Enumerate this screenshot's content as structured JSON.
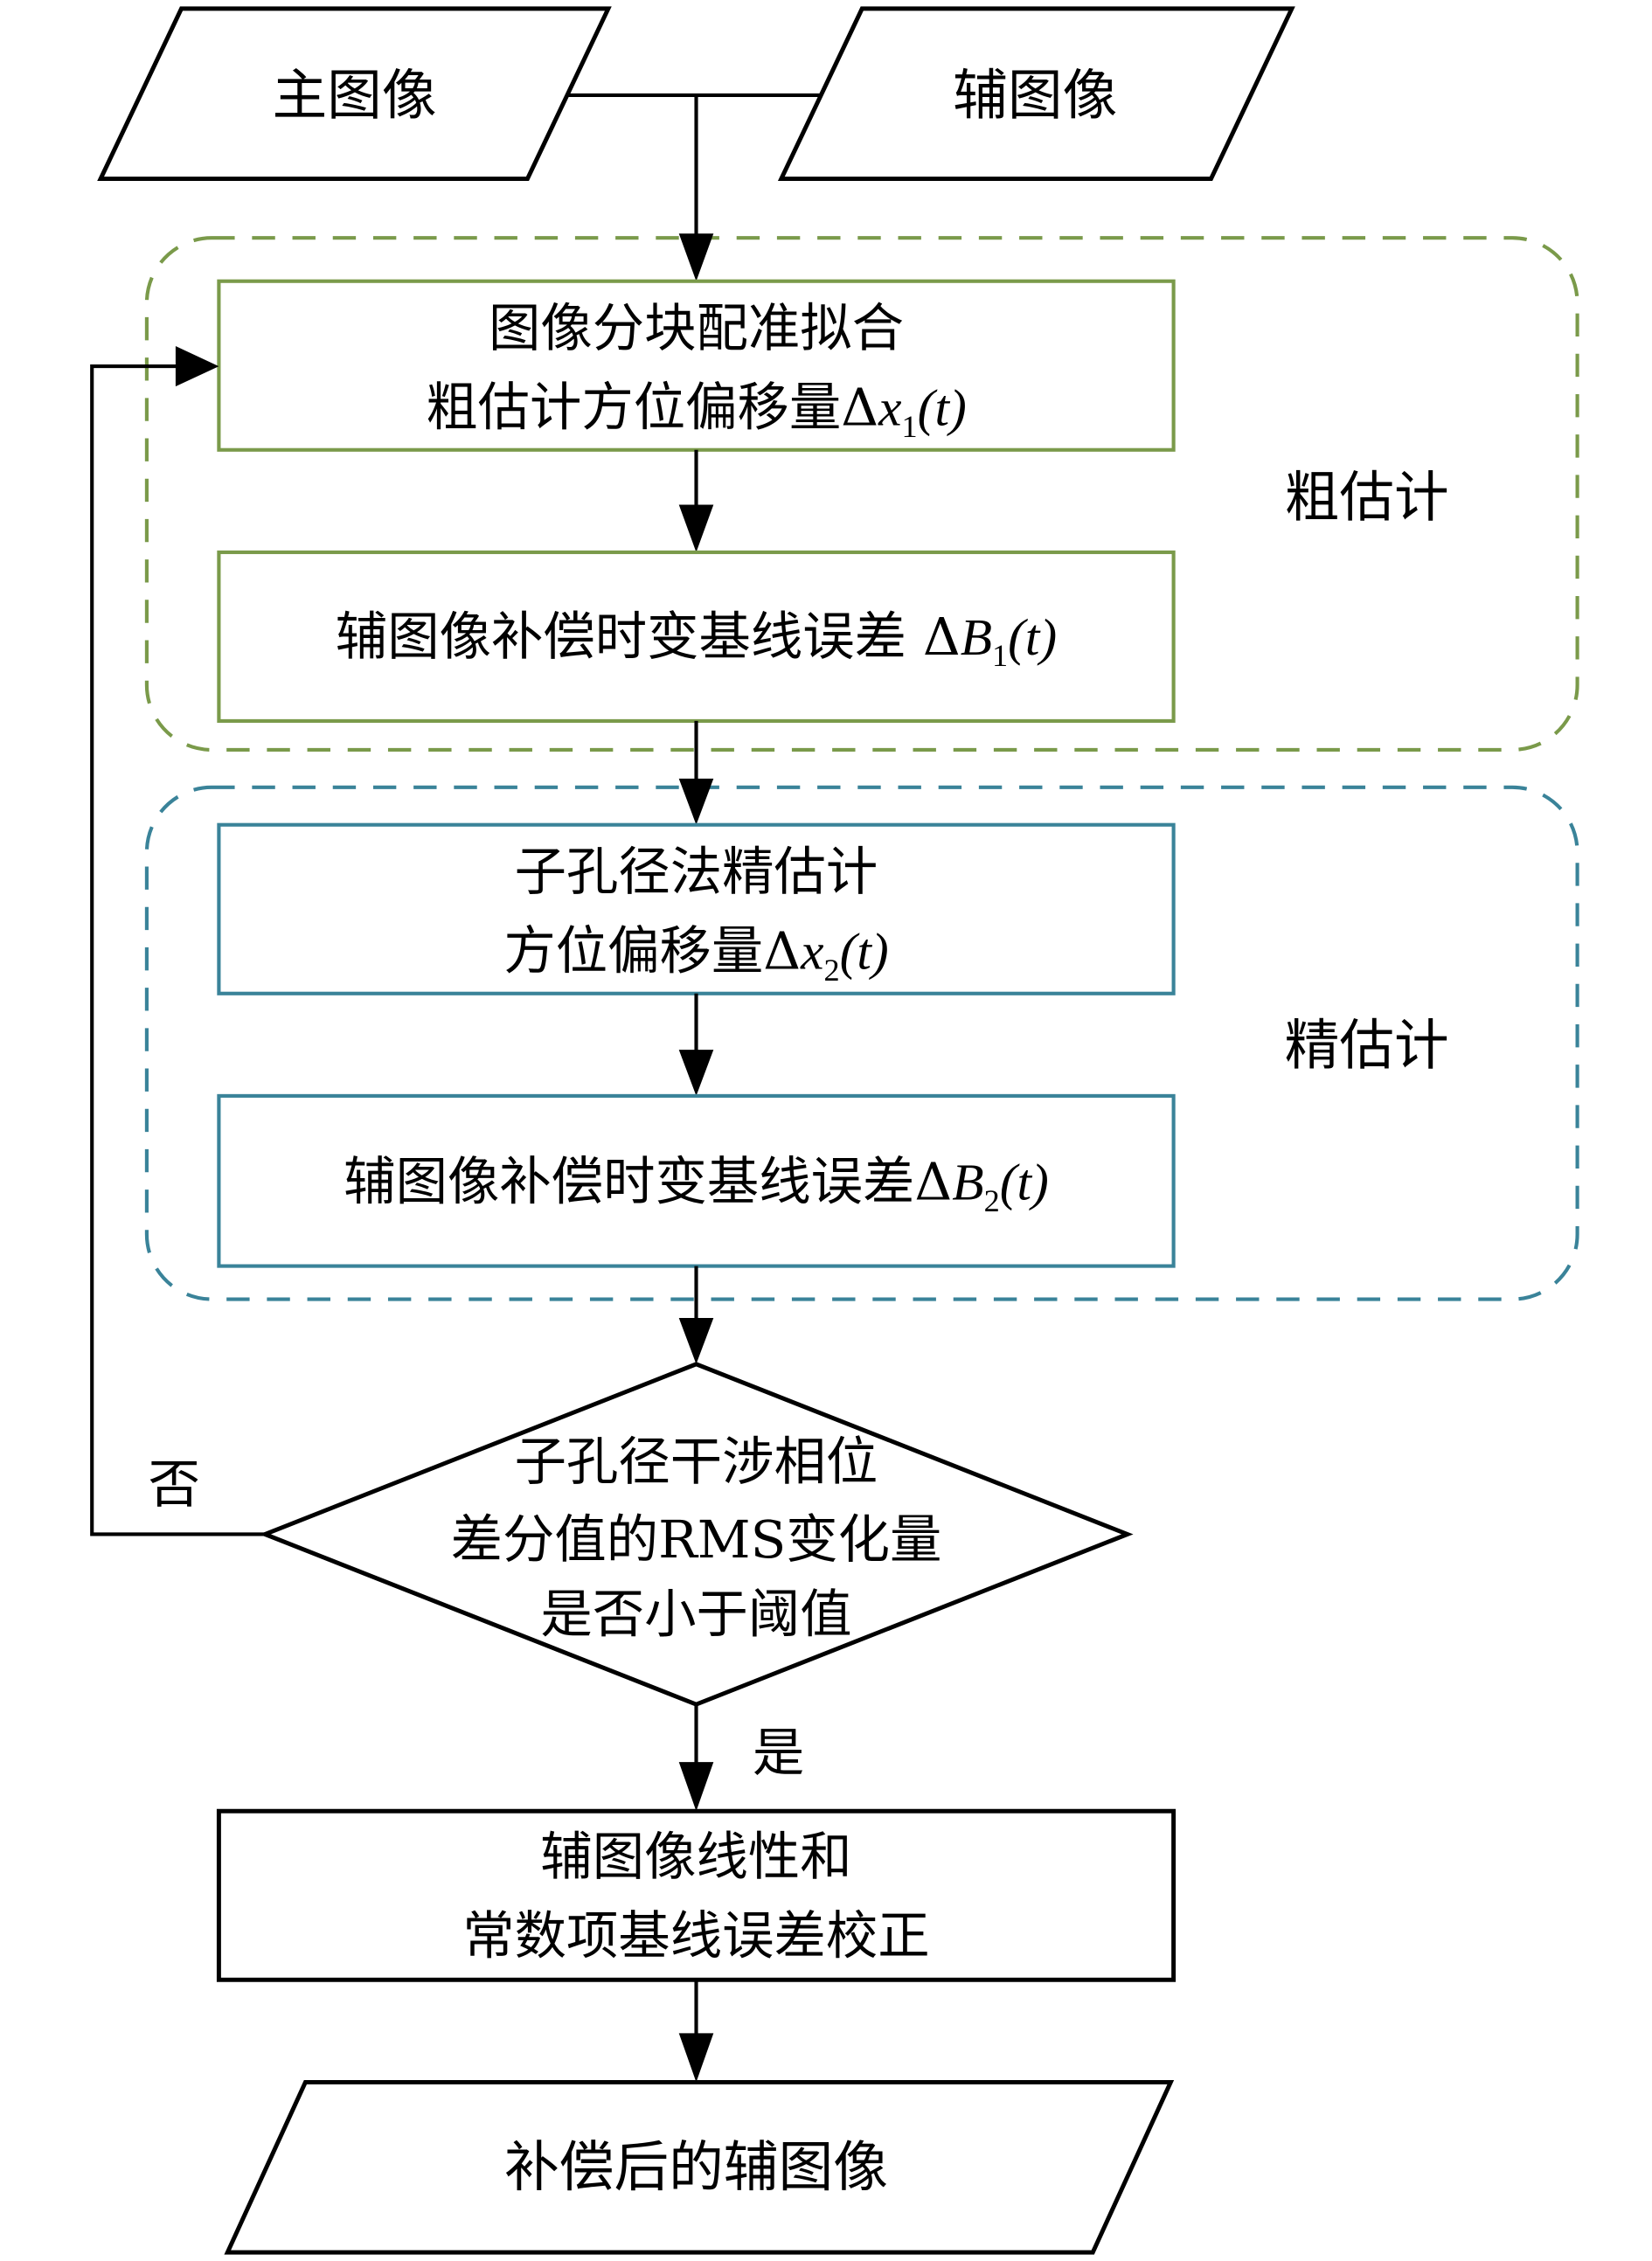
{
  "colors": {
    "coarse_accent": "#7a9a4a",
    "fine_accent": "#3a8399",
    "default": "#000000"
  },
  "inputs": {
    "master_image": "主图像",
    "slave_image": "辅图像"
  },
  "coarse_group": {
    "label": "粗估计",
    "step1": {
      "line1": "图像分块配准拟合",
      "line2_text": "粗估计方位偏移量",
      "line2_delta": "Δ",
      "line2_var": "x",
      "line2_sub": "1",
      "line2_arg": "(t)"
    },
    "step2": {
      "text": "辅图像补偿时变基线误差 ",
      "delta": "Δ",
      "var": "B",
      "sub": "1",
      "arg": "(t)"
    }
  },
  "fine_group": {
    "label": "精估计",
    "step1": {
      "line1": "子孔径法精估计",
      "line2_text": "方位偏移量",
      "line2_delta": "Δ",
      "line2_var": "x",
      "line2_sub": "2",
      "line2_arg": "(t)"
    },
    "step2": {
      "text": "辅图像补偿时变基线误差",
      "delta": "Δ",
      "var": "B",
      "sub": "2",
      "arg": "(t)"
    }
  },
  "decision": {
    "line1": "子孔径干涉相位",
    "line2": "差分值的RMS变化量",
    "line3": "是否小于阈值",
    "no_label": "否",
    "yes_label": "是"
  },
  "correction": {
    "line1": "辅图像线性和",
    "line2": "常数项基线误差校正"
  },
  "output": {
    "label": "补偿后的辅图像"
  }
}
